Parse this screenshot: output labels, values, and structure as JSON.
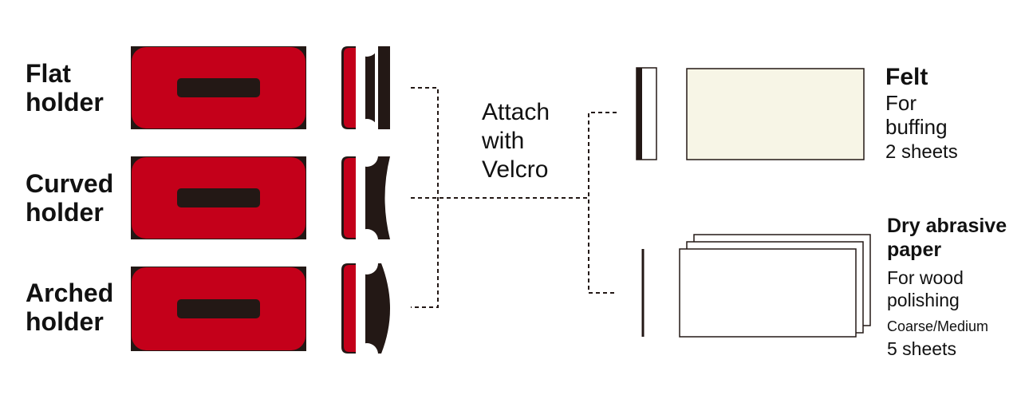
{
  "holders": [
    {
      "line1": "Flat",
      "line2": "holder",
      "profile": "flat"
    },
    {
      "line1": "Curved",
      "line2": "holder",
      "profile": "curved"
    },
    {
      "line1": "Arched",
      "line2": "holder",
      "profile": "arched"
    }
  ],
  "connector": {
    "line1": "Attach",
    "line2": "with",
    "line3": "Velcro"
  },
  "felt": {
    "title": "Felt",
    "line1": "For",
    "line2": "buffing",
    "count": "2 sheets"
  },
  "paper": {
    "title_line1": "Dry abrasive",
    "title_line2": "paper",
    "line1": "For wood",
    "line2": "polishing",
    "grit": "Coarse/Medium",
    "count": "5 sheets"
  },
  "colors": {
    "holder_red": "#c4001a",
    "holder_dark": "#231815",
    "felt_fill": "#f7f5e6",
    "line": "#231815"
  }
}
